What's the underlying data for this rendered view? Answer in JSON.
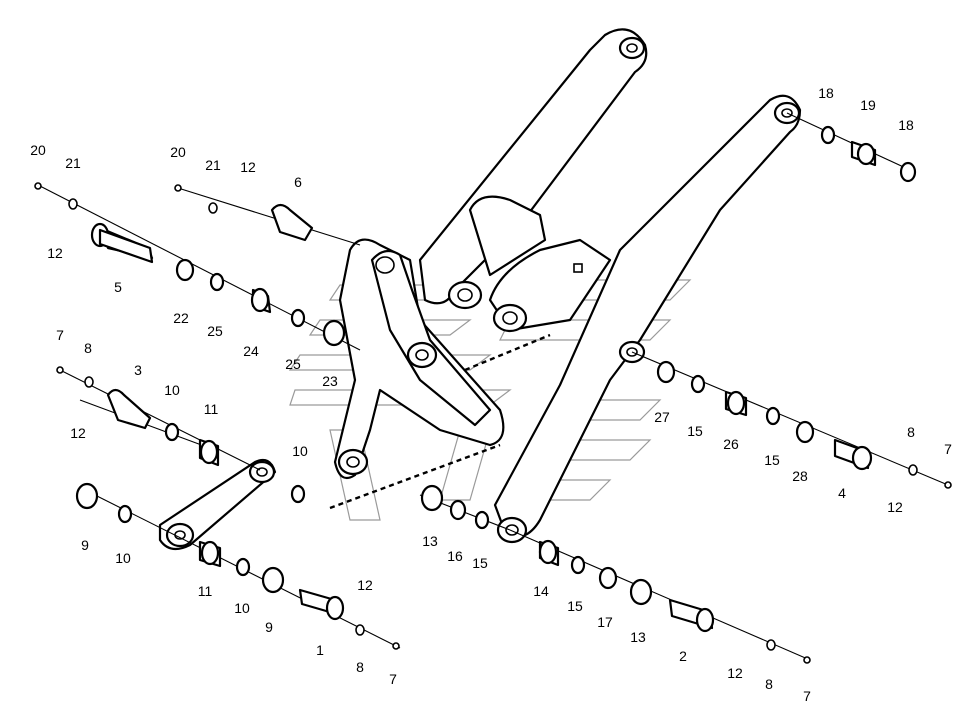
{
  "diagram": {
    "part_labels": [
      {
        "id": "p20a",
        "text": "20"
      },
      {
        "id": "p21a",
        "text": "21"
      },
      {
        "id": "p12a",
        "text": "12"
      },
      {
        "id": "p5",
        "text": "5"
      },
      {
        "id": "p22",
        "text": "22"
      },
      {
        "id": "p25a",
        "text": "25"
      },
      {
        "id": "p24",
        "text": "24"
      },
      {
        "id": "p25b",
        "text": "25"
      },
      {
        "id": "p23",
        "text": "23"
      },
      {
        "id": "p20b",
        "text": "20"
      },
      {
        "id": "p21b",
        "text": "21"
      },
      {
        "id": "p12b",
        "text": "12"
      },
      {
        "id": "p6",
        "text": "6"
      },
      {
        "id": "p7a",
        "text": "7"
      },
      {
        "id": "p8a",
        "text": "8"
      },
      {
        "id": "p3",
        "text": "3"
      },
      {
        "id": "p10a",
        "text": "10"
      },
      {
        "id": "p11a",
        "text": "11"
      },
      {
        "id": "p12c",
        "text": "12"
      },
      {
        "id": "p10b",
        "text": "10"
      },
      {
        "id": "p9a",
        "text": "9"
      },
      {
        "id": "p10c",
        "text": "10"
      },
      {
        "id": "p11b",
        "text": "11"
      },
      {
        "id": "p10d",
        "text": "10"
      },
      {
        "id": "p9b",
        "text": "9"
      },
      {
        "id": "p12d",
        "text": "12"
      },
      {
        "id": "p1",
        "text": "1"
      },
      {
        "id": "p8b",
        "text": "8"
      },
      {
        "id": "p7b",
        "text": "7"
      },
      {
        "id": "p18a",
        "text": "18"
      },
      {
        "id": "p19",
        "text": "19"
      },
      {
        "id": "p18b",
        "text": "18"
      },
      {
        "id": "p27",
        "text": "27"
      },
      {
        "id": "p15a",
        "text": "15"
      },
      {
        "id": "p26",
        "text": "26"
      },
      {
        "id": "p15b",
        "text": "15"
      },
      {
        "id": "p28",
        "text": "28"
      },
      {
        "id": "p4",
        "text": "4"
      },
      {
        "id": "p8c",
        "text": "8"
      },
      {
        "id": "p7c",
        "text": "7"
      },
      {
        "id": "p12e",
        "text": "12"
      },
      {
        "id": "p13a",
        "text": "13"
      },
      {
        "id": "p16",
        "text": "16"
      },
      {
        "id": "p15c",
        "text": "15"
      },
      {
        "id": "p14",
        "text": "14"
      },
      {
        "id": "p15d",
        "text": "15"
      },
      {
        "id": "p17",
        "text": "17"
      },
      {
        "id": "p13b",
        "text": "13"
      },
      {
        "id": "p2",
        "text": "2"
      },
      {
        "id": "p12f",
        "text": "12"
      },
      {
        "id": "p8d",
        "text": "8"
      },
      {
        "id": "p7d",
        "text": "7"
      }
    ]
  }
}
